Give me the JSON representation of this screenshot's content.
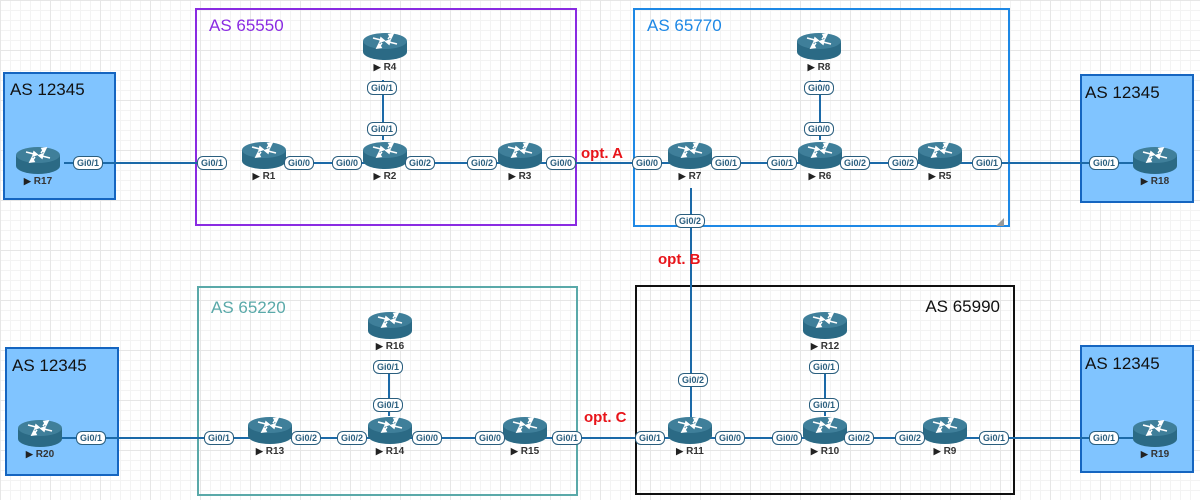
{
  "colors": {
    "as_65550": "#8a2be2",
    "as_65770": "#1e88e5",
    "as_65220": "#5aa9a9",
    "as_65990": "#111111",
    "as_12345_fill": "#80c4ff",
    "as_12345_border": "#1565c0",
    "link": "#1c6aa8",
    "router": "#2b6a85",
    "option_label": "#e8141a"
  },
  "as_boxes": [
    {
      "id": "as65550",
      "label": "AS 65550"
    },
    {
      "id": "as65770",
      "label": "AS 65770"
    },
    {
      "id": "as65220",
      "label": "AS 65220"
    },
    {
      "id": "as65990",
      "label": "AS 65990"
    },
    {
      "id": "as12345_tl",
      "label": "AS 12345"
    },
    {
      "id": "as12345_tr",
      "label": "AS 12345"
    },
    {
      "id": "as12345_bl",
      "label": "AS 12345"
    },
    {
      "id": "as12345_br",
      "label": "AS 12345"
    }
  ],
  "routers": {
    "R1": "R1",
    "R2": "R2",
    "R3": "R3",
    "R4": "R4",
    "R5": "R5",
    "R6": "R6",
    "R7": "R7",
    "R8": "R8",
    "R9": "R9",
    "R10": "R10",
    "R11": "R11",
    "R12": "R12",
    "R13": "R13",
    "R14": "R14",
    "R15": "R15",
    "R16": "R16",
    "R17": "R17",
    "R18": "R18",
    "R19": "R19",
    "R20": "R20"
  },
  "ports": {
    "r17_gi01": "Gi0/1",
    "r1_gi01": "Gi0/1",
    "r1_gi00": "Gi0/0",
    "r2_gi00": "Gi0/0",
    "r2_gi02": "Gi0/2",
    "r2_gi01": "Gi0/1",
    "r4_gi01": "Gi0/1",
    "r3_gi02": "Gi0/2",
    "r3_gi00": "Gi0/0",
    "r7_gi00": "Gi0/0",
    "r7_gi01": "Gi0/1",
    "r7_gi02": "Gi0/2",
    "r6_gi01": "Gi0/1",
    "r6_gi02": "Gi0/2",
    "r6_gi00": "Gi0/0",
    "r8_gi00": "Gi0/0",
    "r5_gi02": "Gi0/2",
    "r5_gi01": "Gi0/1",
    "r18_gi01": "Gi0/1",
    "r20_gi01": "Gi0/1",
    "r13_gi01": "Gi0/1",
    "r13_gi02": "Gi0/2",
    "r14_gi02": "Gi0/2",
    "r14_gi00": "Gi0/0",
    "r14_gi01": "Gi0/1",
    "r16_gi01": "Gi0/1",
    "r15_gi00": "Gi0/0",
    "r15_gi01": "Gi0/1",
    "r11_gi01": "Gi0/1",
    "r11_gi00": "Gi0/0",
    "r11_gi02": "Gi0/2",
    "r10_gi00": "Gi0/0",
    "r10_gi02": "Gi0/2",
    "r10_gi01": "Gi0/1",
    "r12_gi01": "Gi0/1",
    "r9_gi02": "Gi0/2",
    "r9_gi01": "Gi0/1",
    "r19_gi01": "Gi0/1"
  },
  "options": {
    "a": "opt. A",
    "b": "opt. B",
    "c": "opt. C"
  }
}
